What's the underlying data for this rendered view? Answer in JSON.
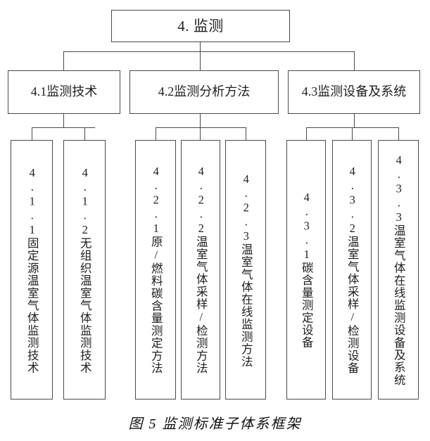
{
  "figure": {
    "caption": "图 5 监测标准子体系框架",
    "root": {
      "label": "4. 监测"
    },
    "level2": [
      {
        "id": "4.1",
        "label": "4.1监测技术"
      },
      {
        "id": "4.2",
        "label": "4.2监测分析方法"
      },
      {
        "id": "4.3",
        "label": "4.3监测设备及系统"
      }
    ],
    "leaves": [
      {
        "id": "4.1.1",
        "parent": "4.1",
        "label": "4.1.1固定源温室气体监测技术"
      },
      {
        "id": "4.1.2",
        "parent": "4.1",
        "label": "4.1.2无组织温室气体监测技术"
      },
      {
        "id": "4.2.1",
        "parent": "4.2",
        "label": "4.2.1原/燃料碳含量测定方法"
      },
      {
        "id": "4.2.2",
        "parent": "4.2",
        "label": "4.2.2温室气体采样/检测方法"
      },
      {
        "id": "4.2.3",
        "parent": "4.2",
        "label": "4.2.3温室气体在线监测方法"
      },
      {
        "id": "4.3.1",
        "parent": "4.3",
        "label": "4.3.1碳含量测定设备"
      },
      {
        "id": "4.3.2",
        "parent": "4.3",
        "label": "4.3.2温室气体采样/检测设备"
      },
      {
        "id": "4.3.3",
        "parent": "4.3",
        "label": "4.3.3温室气体在线监测设备及系统"
      }
    ],
    "colors": {
      "border": "#4a4a4a",
      "text": "#1f1f1f",
      "background": "#ffffff"
    }
  }
}
